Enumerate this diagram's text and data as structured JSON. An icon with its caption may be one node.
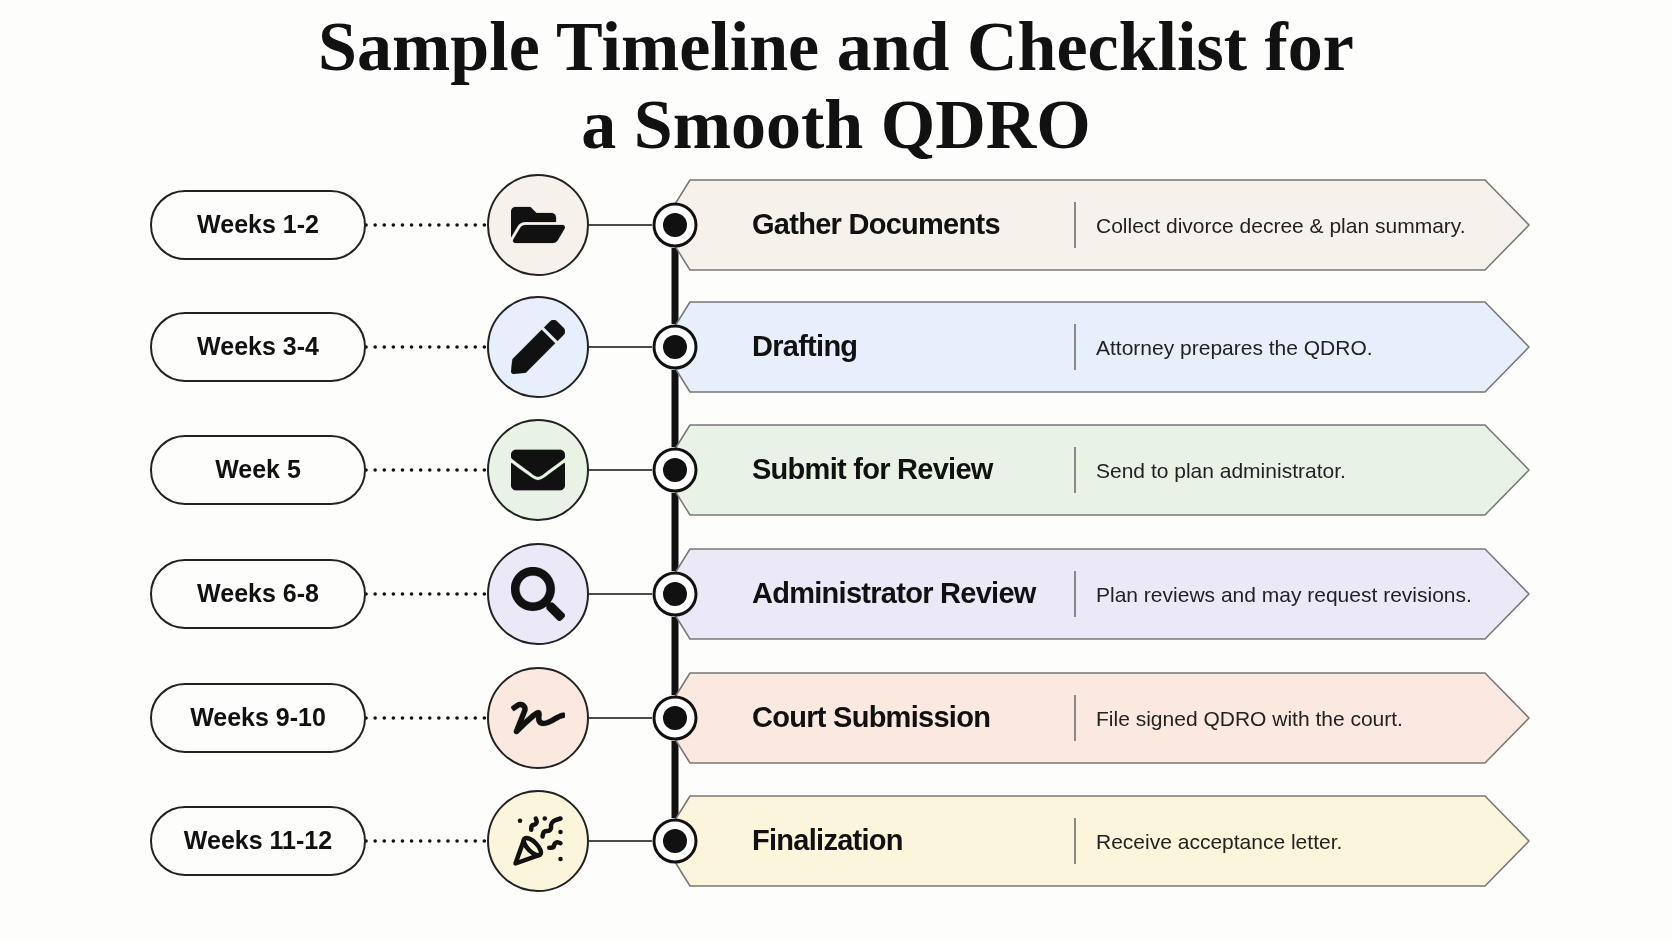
{
  "diagram": {
    "title": "Sample Timeline and Checklist for a Smooth QDRO",
    "nodes": [
      {
        "text": [
          "Weeks 1-2"
        ]
      },
      {
        "text": [],
        "shape": "circle"
      },
      {
        "text": [],
        "shape": "circle"
      },
      {
        "text": [
          "Gather Documents",
          "Collect divorce decree & plan summary."
        ]
      },
      {
        "text": [
          "Weeks 3-4"
        ]
      },
      {
        "text": [],
        "shape": "circle"
      },
      {
        "text": [],
        "shape": "circle"
      },
      {
        "text": [
          "Drafting",
          "Attorney prepares the QDRO."
        ]
      },
      {
        "text": [
          "Week 5"
        ]
      },
      {
        "text": [],
        "shape": "circle"
      },
      {
        "text": [],
        "shape": "circle"
      },
      {
        "text": [
          "Submit for Review",
          "Send to plan administrator."
        ]
      },
      {
        "text": [
          "Weeks 6-8"
        ]
      },
      {
        "text": [],
        "shape": "circle"
      },
      {
        "text": [],
        "shape": "circle"
      },
      {
        "text": [
          "Administrator Review",
          "Plan reviews and may request revisions."
        ]
      },
      {
        "text": [
          "Weeks 9-10"
        ]
      },
      {
        "text": [],
        "shape": "circle"
      },
      {
        "text": [],
        "shape": "circle"
      },
      {
        "text": [
          "Court Submission",
          "File signed QDRO with the court."
        ]
      },
      {
        "text": [
          "Weeks 11-12"
        ]
      },
      {
        "text": [],
        "shape": "circle"
      },
      {
        "text": [],
        "shape": "circle"
      },
      {
        "text": [
          "Finalization",
          "Receive acceptance letter."
        ]
      }
    ],
    "edges": [
      {
        "from": 0,
        "to": 1,
        "arrow": "none",
        "style": "dashed"
      },
      {
        "from": 1,
        "to": 2,
        "arrow": "none"
      },
      {
        "from": 4,
        "to": 5,
        "arrow": "none",
        "style": "dashed"
      },
      {
        "from": 5,
        "to": 6,
        "arrow": "none"
      },
      {
        "from": 8,
        "to": 9,
        "arrow": "none",
        "style": "dashed"
      },
      {
        "from": 9,
        "to": 10,
        "arrow": "none"
      },
      {
        "from": 12,
        "to": 13,
        "arrow": "none",
        "style": "dashed"
      },
      {
        "from": 13,
        "to": 14,
        "arrow": "none"
      },
      {
        "from": 16,
        "to": 17,
        "arrow": "none",
        "style": "dashed"
      },
      {
        "from": 17,
        "to": 18,
        "arrow": "none"
      },
      {
        "from": 20,
        "to": 21,
        "arrow": "none",
        "style": "dashed"
      },
      {
        "from": 21,
        "to": 22,
        "arrow": "none"
      },
      {
        "from": 2,
        "to": 6,
        "arrow": "none",
        "style": "thick"
      },
      {
        "from": 6,
        "to": 10,
        "arrow": "none",
        "style": "thick"
      },
      {
        "from": 10,
        "to": 14,
        "arrow": "none",
        "style": "thick"
      },
      {
        "from": 14,
        "to": 18,
        "arrow": "none",
        "style": "thick"
      },
      {
        "from": 18,
        "to": 22,
        "arrow": "none",
        "style": "thick"
      }
    ]
  }
}
